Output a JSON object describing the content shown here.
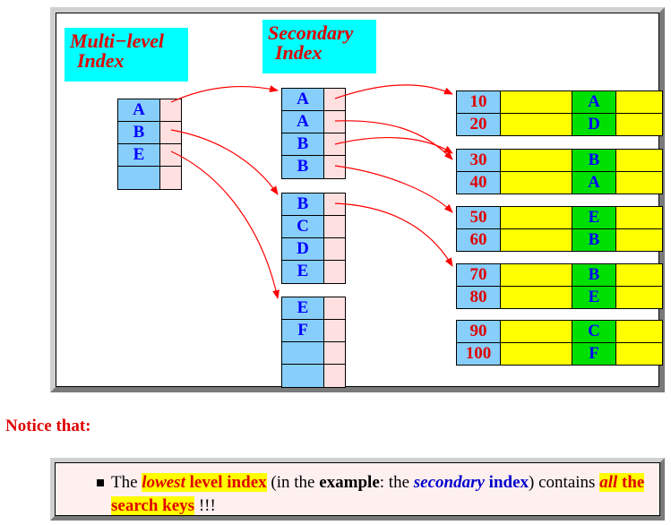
{
  "labels": {
    "multi_level_line1": "Multi−level",
    "multi_level_line2": "Index",
    "secondary_line1": "Secondary",
    "secondary_line2": "Index"
  },
  "multi_level_index": {
    "keys": [
      "A",
      "B",
      "E",
      ""
    ]
  },
  "secondary_index": {
    "block1": [
      "A",
      "A",
      "B",
      "B"
    ],
    "block2": [
      "B",
      "C",
      "D",
      "E"
    ],
    "block3": [
      "E",
      "F",
      "",
      ""
    ]
  },
  "data_blocks": [
    {
      "records": [
        {
          "num": "10",
          "key": "A"
        },
        {
          "num": "20",
          "key": "D"
        }
      ]
    },
    {
      "records": [
        {
          "num": "30",
          "key": "B"
        },
        {
          "num": "40",
          "key": "A"
        }
      ]
    },
    {
      "records": [
        {
          "num": "50",
          "key": "E"
        },
        {
          "num": "60",
          "key": "B"
        }
      ]
    },
    {
      "records": [
        {
          "num": "70",
          "key": "B"
        },
        {
          "num": "80",
          "key": "E"
        }
      ]
    },
    {
      "records": [
        {
          "num": "90",
          "key": "C"
        },
        {
          "num": "100",
          "key": "F"
        }
      ]
    }
  ],
  "notice": {
    "heading": "Notice that:",
    "t1": "The ",
    "t2": "lowest",
    "t3": " level index",
    "t4": " (in the ",
    "t5": "example",
    "t6": ": the ",
    "t7": "secondary",
    "t8": " index",
    "t9": ") contains ",
    "t10": "all",
    "t11": " the search keys",
    "t12": " !!!"
  },
  "colors": {
    "key": "#87cefa",
    "pointer": "#ffe0e0",
    "field": "#ffff00",
    "key_field": "#00e000",
    "arrow": "#ff0000",
    "label_bg": "#00ffff"
  }
}
